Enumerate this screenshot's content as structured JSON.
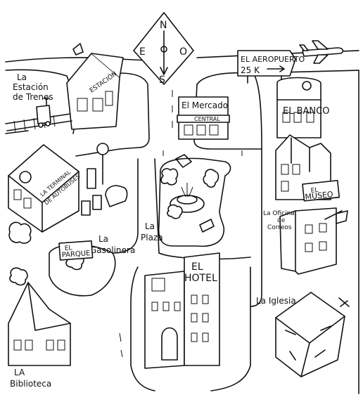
{
  "compass": {
    "north": "N",
    "south": "S",
    "east": "E",
    "west": "O"
  },
  "airport_sign": {
    "line1": "EL AEROPUERTO",
    "line2": "25 K"
  },
  "places": {
    "train_station_label_1": "La",
    "train_station_label_2": "Estación",
    "train_station_label_3": "de Trenes",
    "train_station_sign": "ESTACIÓN",
    "bus_terminal_sign_1": "LA TERMINAL",
    "bus_terminal_sign_2": "DE AUTOBUSES",
    "market_line1": "El Mercado",
    "market_line2": "CENTRAL",
    "bank": "EL BANCO",
    "museum_line1": "EL",
    "museum_line2": "MUSEO",
    "post_office_1": "La Oficina",
    "post_office_2": "de",
    "post_office_3": "Correos",
    "gas_station_1": "La",
    "gas_station_2": "Gasolinera",
    "plaza_1": "La",
    "plaza_2": "Plaza",
    "park_1": "EL",
    "park_2": "PARQUE",
    "hotel_1": "EL",
    "hotel_2": "HOTEL",
    "church": "La Iglesia",
    "library_1": "LA",
    "library_2": "Biblioteca"
  },
  "icons": [
    "compass-rose-icon",
    "airplane-icon",
    "train-icon",
    "bus-icon",
    "car-icon",
    "fountain-icon",
    "church-cross-icon",
    "flag-icon"
  ]
}
